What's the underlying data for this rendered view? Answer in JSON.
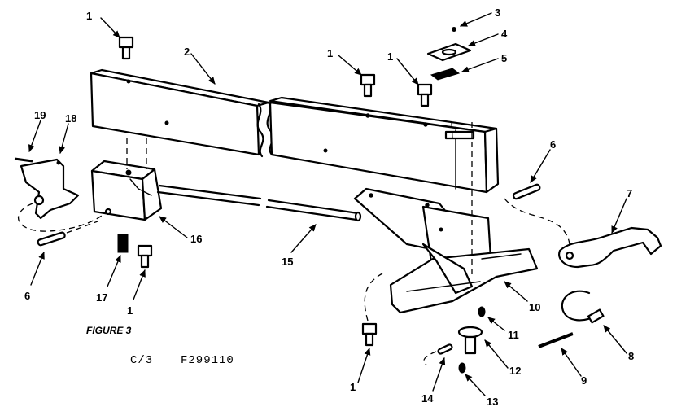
{
  "figure": {
    "caption": "FIGURE 3",
    "code_left": "C/3",
    "code_right": "F299110"
  },
  "callouts": [
    {
      "id": "c1a",
      "label": "1"
    },
    {
      "id": "c2",
      "label": "2"
    },
    {
      "id": "c1b",
      "label": "1"
    },
    {
      "id": "c1c",
      "label": "1"
    },
    {
      "id": "c3",
      "label": "3"
    },
    {
      "id": "c4",
      "label": "4"
    },
    {
      "id": "c5",
      "label": "5"
    },
    {
      "id": "c19",
      "label": "19"
    },
    {
      "id": "c18",
      "label": "18"
    },
    {
      "id": "c6a",
      "label": "6"
    },
    {
      "id": "c7",
      "label": "7"
    },
    {
      "id": "c16",
      "label": "16"
    },
    {
      "id": "c6b",
      "label": "6"
    },
    {
      "id": "c17",
      "label": "17"
    },
    {
      "id": "c1d",
      "label": "1"
    },
    {
      "id": "c15",
      "label": "15"
    },
    {
      "id": "c10",
      "label": "10"
    },
    {
      "id": "c11",
      "label": "11"
    },
    {
      "id": "c12",
      "label": "12"
    },
    {
      "id": "c8",
      "label": "8"
    },
    {
      "id": "c9",
      "label": "9"
    },
    {
      "id": "c13",
      "label": "13"
    },
    {
      "id": "c14",
      "label": "14"
    },
    {
      "id": "c1e",
      "label": "1"
    }
  ]
}
